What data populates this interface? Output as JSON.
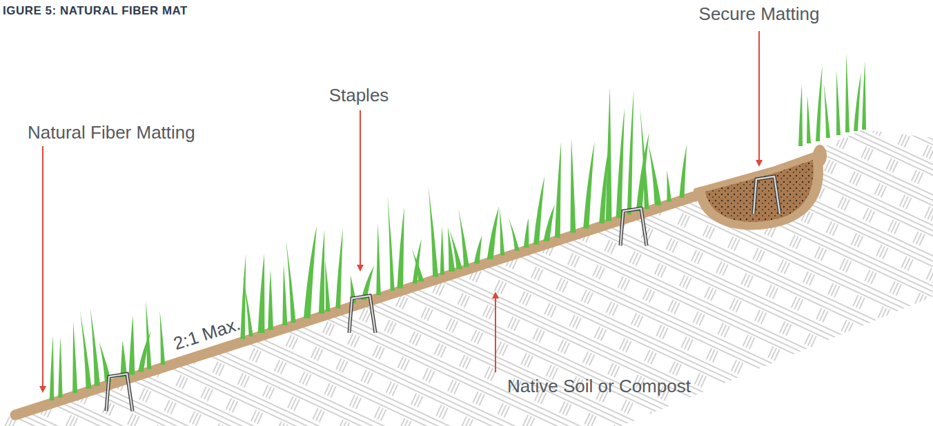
{
  "diagram": {
    "title": "IGURE 5: NATURAL FIBER MAT",
    "labels": [
      "Secure Matting",
      "Staples",
      "Natural Fiber Matting",
      "2:1 Max.",
      "Native Soil or Compost"
    ]
  }
}
